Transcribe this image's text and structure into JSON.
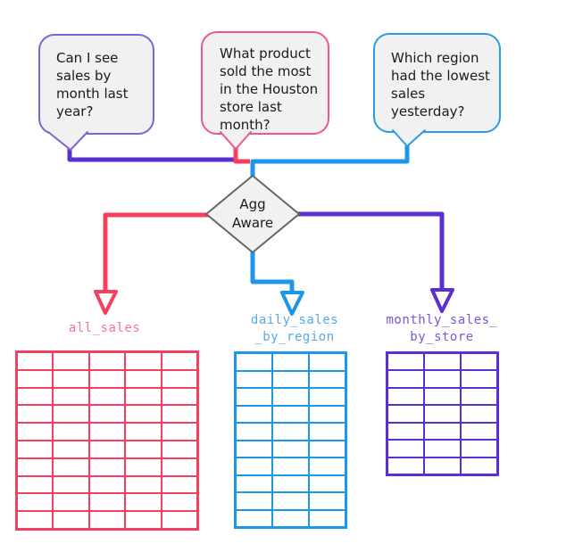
{
  "diagram": {
    "background": "#ffffff",
    "bubble_fill": "#F1F1F1",
    "bubbles": [
      {
        "text": "Can I see\nsales by\nmonth last\nyear?",
        "border_color": "#8161D6",
        "fill": "#F1F1F1"
      },
      {
        "text": "What product\nsold the most\nin the Houston\nstore last\nmonth?",
        "border_color": "#F15687",
        "fill": "#F1F1F1"
      },
      {
        "text": "Which region\nhad the lowest\nsales\nyesterday?",
        "border_color": "#2B9BE4",
        "fill": "#F1F1F1"
      }
    ],
    "decision_node": {
      "label": "Agg\nAware",
      "fill": "#F1F1F1",
      "border_color": "#666666"
    },
    "colors": {
      "purple": "#5B2ED0",
      "pink": "#F43F5E",
      "blue": "#1E96E8",
      "arrowhead_fill": "#FFFFFF"
    },
    "tables": [
      {
        "name": "all_sales",
        "label": "all_sales",
        "columns": 5,
        "rows": 10,
        "color": "#F43F5E",
        "label_color": "#F2759D"
      },
      {
        "name": "daily_sales_by_region",
        "label": "daily_sales\n_by_region",
        "columns": 3,
        "rows": 10,
        "color": "#1E96E8",
        "label_color": "#55A8E6"
      },
      {
        "name": "monthly_sales_by_store",
        "label": "monthly_sales_\nby_store",
        "columns": 3,
        "rows": 7,
        "color": "#5B2ED0",
        "label_color": "#7E57D2"
      }
    ]
  }
}
